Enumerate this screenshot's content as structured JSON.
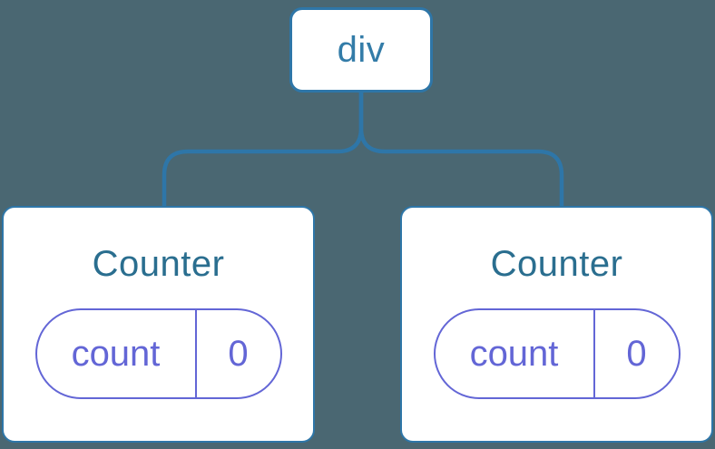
{
  "diagram": {
    "type": "component-tree",
    "root": {
      "label": "div"
    },
    "children": [
      {
        "title": "Counter",
        "state": {
          "key": "count",
          "value": "0"
        }
      },
      {
        "title": "Counter",
        "state": {
          "key": "count",
          "value": "0"
        }
      }
    ]
  },
  "colors": {
    "background": "#4A6772",
    "connector": "#2E76A8",
    "node-border": "#2E76A8",
    "node-bg": "#FFFFFF",
    "root-label": "#337CA8",
    "component-title": "#2A6E8F",
    "state-accent": "#6366D6"
  }
}
